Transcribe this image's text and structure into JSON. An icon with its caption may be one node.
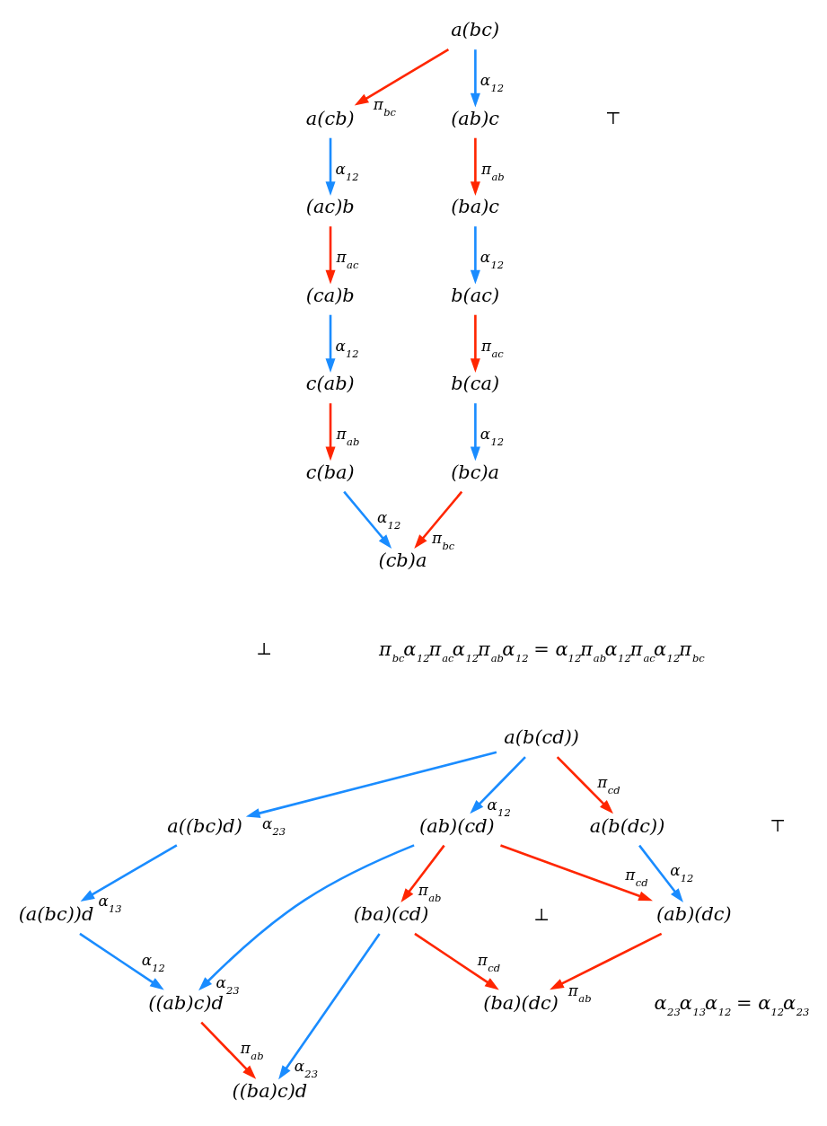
{
  "diagram": {
    "nodes": [
      {
        "text": [
          "a(bc)"
        ]
      },
      {
        "text": [
          "a(cb)"
        ]
      },
      {
        "text": [
          "(ac)b"
        ]
      },
      {
        "text": [
          "(ca)b"
        ]
      },
      {
        "text": [
          "c(ab)"
        ]
      },
      {
        "text": [
          "c(ba)"
        ]
      },
      {
        "text": [
          "(cb)a"
        ]
      },
      {
        "text": [
          "(bc)a"
        ]
      },
      {
        "text": [
          "b(ca)"
        ]
      },
      {
        "text": [
          "b(ac)"
        ]
      },
      {
        "text": [
          "(ba)c"
        ]
      },
      {
        "text": [
          "(ab)c"
        ]
      },
      {
        "text": [
          "(a(bc))d"
        ]
      },
      {
        "text": [
          "((ab)c)d"
        ]
      },
      {
        "text": [
          "((ba)c)d"
        ]
      },
      {
        "text": [
          "a((bc)d)"
        ]
      },
      {
        "text": [
          "(ab)(cd)"
        ]
      },
      {
        "text": [
          "a(b(cd))"
        ]
      },
      {
        "text": [
          "(ba)(cd)"
        ]
      },
      {
        "text": [
          "a(b(dc))"
        ]
      },
      {
        "text": [
          "(ab)(dc)"
        ]
      },
      {
        "text": [
          "(ba)(dc)"
        ]
      }
    ],
    "edges": [
      {
        "from": 0,
        "to": 11,
        "arrow": "to",
        "label": "α$_{12}$"
      },
      {
        "from": 0,
        "to": 1,
        "arrow": "to",
        "label": "π$_{bc}$",
        "color": "#ff2600"
      },
      {
        "from": 1,
        "to": 2,
        "arrow": "to",
        "label": "α$_{12}$"
      },
      {
        "from": 2,
        "to": 3,
        "arrow": "to",
        "label": "π$_{ac}$",
        "color": "#ff2600"
      },
      {
        "from": 3,
        "to": 4,
        "arrow": "to",
        "label": "α$_{12}$"
      },
      {
        "from": 4,
        "to": 5,
        "arrow": "to",
        "label": "π$_{ab}$",
        "color": "#ff2600"
      },
      {
        "from": 5,
        "to": 6,
        "arrow": "to",
        "label": "α$_{12}$"
      },
      {
        "from": 7,
        "to": 6,
        "arrow": "to",
        "label": "π$_{bc}$",
        "color": "#ff2600"
      },
      {
        "from": 8,
        "to": 7,
        "arrow": "to",
        "label": "α$_{12}$"
      },
      {
        "from": 9,
        "to": 8,
        "arrow": "to",
        "label": "π$_{ac}$",
        "color": "#ff2600"
      },
      {
        "from": 10,
        "to": 9,
        "arrow": "to",
        "label": "α$_{12}$"
      },
      {
        "from": 11,
        "to": 10,
        "arrow": "to",
        "label": "π$_{ab}$",
        "color": "#ff2600"
      },
      {
        "from": 12,
        "to": 13,
        "arrow": "to",
        "label": "α$_{12}$"
      },
      {
        "from": 13,
        "to": 14,
        "arrow": "to",
        "label": "π$_{ab}$",
        "color": "#ff2600"
      },
      {
        "from": 15,
        "to": 12,
        "arrow": "to",
        "label": "α$_{13}$"
      },
      {
        "from": 16,
        "to": 13,
        "arrow": "to",
        "label": "α$_{23}$"
      },
      {
        "from": 16,
        "to": 18,
        "arrow": "to",
        "label": "π$_{ab}$",
        "color": "#ff2600"
      },
      {
        "from": 16,
        "to": 20,
        "arrow": "to",
        "label": "π$_{cd}$",
        "color": "#ff2600"
      },
      {
        "from": 17,
        "to": 15,
        "arrow": "to",
        "label": "α$_{23}$"
      },
      {
        "from": 17,
        "to": 16,
        "arrow": "to",
        "label": "α$_{12}$"
      },
      {
        "from": 17,
        "to": 19,
        "arrow": "to",
        "label": "π$_{cd}$",
        "color": "#ff2600"
      },
      {
        "from": 18,
        "to": 14,
        "arrow": "to",
        "label": "α$_{23}$"
      },
      {
        "from": 18,
        "to": 21,
        "arrow": "to",
        "label": "π$_{cd}$",
        "color": "#ff2600"
      },
      {
        "from": 19,
        "to": 20,
        "arrow": "to",
        "label": "α$_{12}$"
      },
      {
        "from": 20,
        "to": 21,
        "arrow": "to",
        "label": "π$_{ab}$",
        "color": "#ff2600"
      }
    ],
    "labels": [
      "⊤",
      "⊥",
      "π$_{bc}$α$_{12}$π$_{ac}$α$_{12}$π$_{ab}$α$_{12}$ = α$_{12}$π$_{ab}$α$_{12}$π$_{ac}$α$_{12}$π$_{bc}$",
      "⊥",
      "⊤",
      "α$_{23}$α$_{13}$α$_{12}$ = α$_{12}$α$_{23}$"
    ]
  }
}
